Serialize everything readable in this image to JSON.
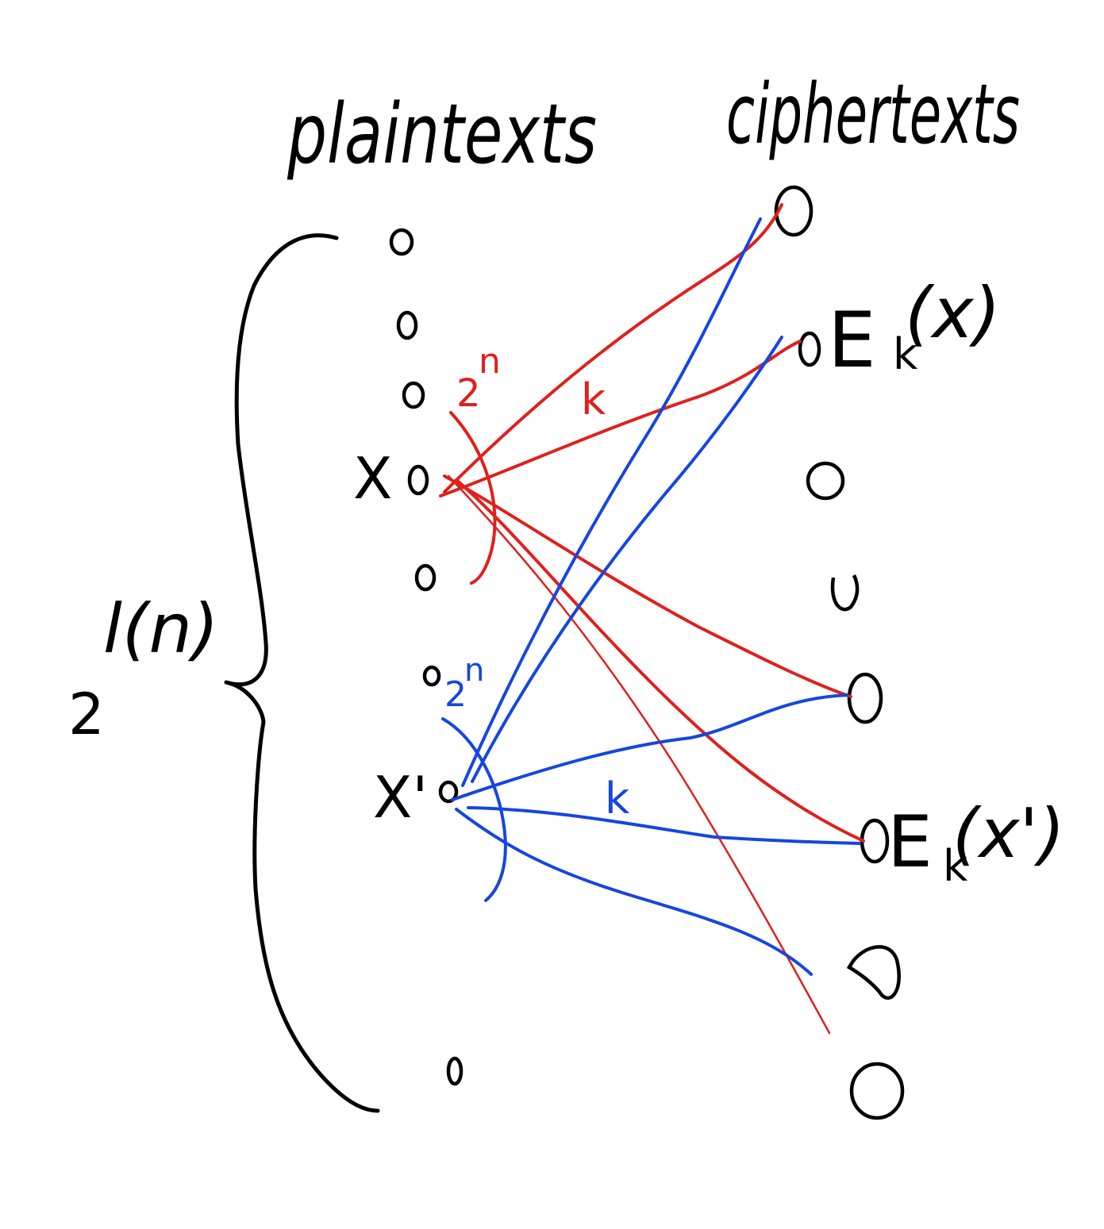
{
  "headings": {
    "plaintexts": "plaintexts",
    "ciphertexts": "ciphertexts"
  },
  "brace_label": {
    "base": "2",
    "exponent": "l(n)"
  },
  "plaintext_labels": {
    "x": "X",
    "x_prime": "X'"
  },
  "ciphertext_labels": {
    "ek_x": "E",
    "ek_x_sub": "k",
    "ek_x_arg": "(x)",
    "ek_xp": "E",
    "ek_xp_sub": "k",
    "ek_xp_arg": "(x')"
  },
  "annotations": {
    "red_count": "2",
    "red_count_exp": "n",
    "red_key": "k",
    "blue_count": "2",
    "blue_count_exp": "n",
    "blue_key": "k"
  },
  "colors": {
    "ink": "#000000",
    "red": "#e0201c",
    "blue": "#1546e0"
  }
}
